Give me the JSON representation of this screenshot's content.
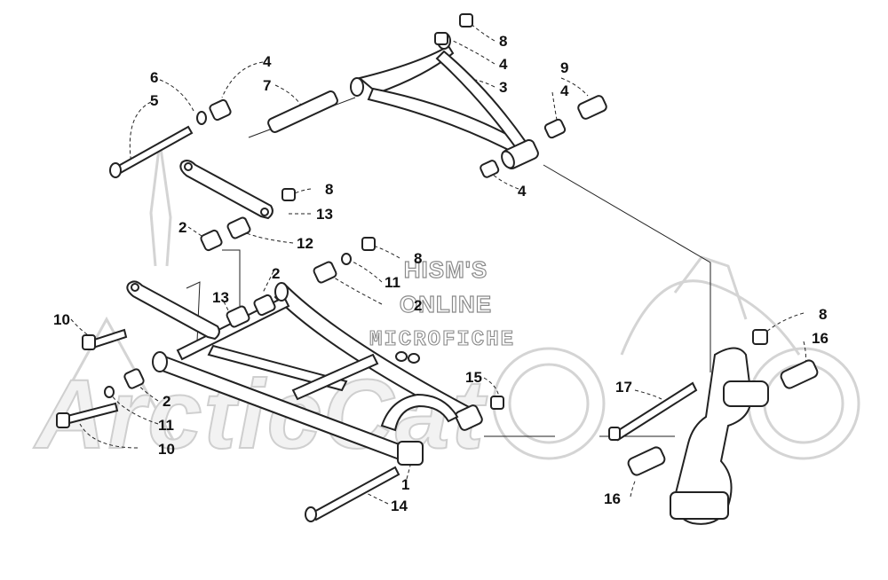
{
  "watermark": {
    "line1": "HISM'S",
    "line2": "ONLINE",
    "line3": "MICROFICHE",
    "brand": "ArcticCat"
  },
  "callouts": [
    "8",
    "4",
    "3",
    "9",
    "4",
    "4",
    "6",
    "5",
    "4",
    "7",
    "8",
    "13",
    "2",
    "12",
    "8",
    "11",
    "2",
    "2",
    "13",
    "10",
    "2",
    "11",
    "10",
    "15",
    "1",
    "14",
    "8",
    "16",
    "17",
    "16"
  ],
  "colors": {
    "line": "#222222",
    "watermark": "#8a8a8a",
    "ghost": "#d4d4d4"
  }
}
